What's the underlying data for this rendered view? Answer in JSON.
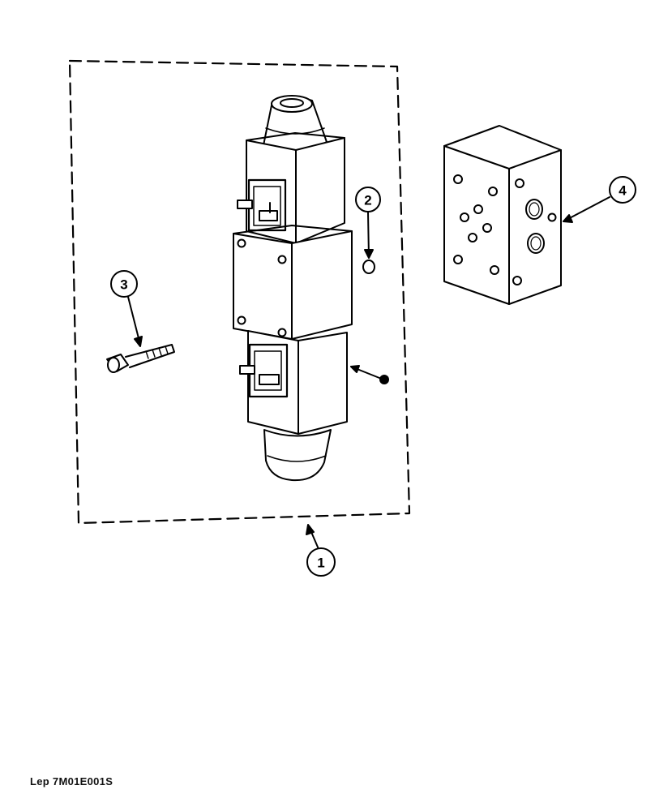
{
  "callouts": [
    {
      "id": "1",
      "label": "1"
    },
    {
      "id": "2",
      "label": "2"
    },
    {
      "id": "3",
      "label": "3"
    },
    {
      "id": "4",
      "label": "4"
    }
  ],
  "parts": {
    "1": "solenoid-valve-assembly",
    "2": "o-ring",
    "3": "cap-screw",
    "4": "subplate-manifold"
  },
  "reference": "Lep 7M01E001S",
  "colors": {
    "ink": "#000000",
    "paper": "#ffffff"
  }
}
